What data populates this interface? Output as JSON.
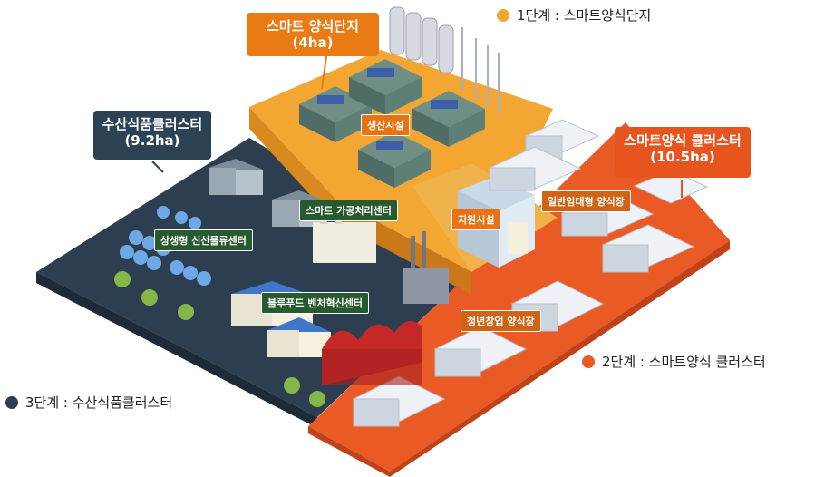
{
  "callouts": {
    "phase1": {
      "line1": "스마트 양식단지",
      "line2": "(4ha)"
    },
    "phase2": {
      "line1": "스마트양식 클러스터",
      "line2": "(10.5ha)"
    },
    "phase3": {
      "line1": "수산식품클러스터",
      "line2": "(9.2ha)"
    }
  },
  "legend": {
    "phase1": "1단계 : 스마트양식단지",
    "phase2": "2단계 : 스마트양식 클러스터",
    "phase3": "3단계 : 수산식품클러스터"
  },
  "labels": {
    "production": "생산시설",
    "support": "지원시설",
    "processing": "스마트 가공처리센터",
    "logistics": "상생형 신선물류센터",
    "bluefood": "블루푸드 벤처혁신센터",
    "general_farm": "일반임대형 양식장",
    "youth_farm": "청년창업 양식장"
  },
  "colors": {
    "phase1": "#f3a632",
    "phase2": "#ea5a24",
    "phase3": "#2c3e50"
  }
}
